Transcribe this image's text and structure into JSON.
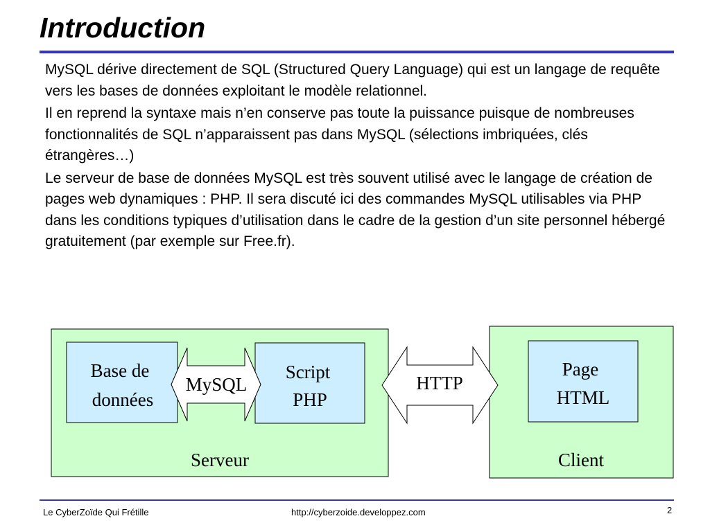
{
  "slide": {
    "title": "Introduction",
    "paragraphs": [
      "MySQL dérive directement de SQL (Structured Query Language) qui est un langage de requête vers les bases de données exploitant le modèle relationnel.",
      "Il en reprend la syntaxe mais n’en conserve pas toute la puissance puisque de nombreuses fonctionnalités de SQL n’apparaissent pas dans MySQL (sélections imbriquées, clés étrangères…)",
      "Le serveur de base de données MySQL est très souvent utilisé avec le langage de création de pages web dynamiques : PHP. Il sera discuté ici des commandes MySQL utilisables via PHP dans les conditions typiques d’utilisation dans le cadre de la gestion d’un site personnel hébergé gratuitement (par exemple sur Free.fr)."
    ]
  },
  "diagram": {
    "server_label": "Serveur",
    "client_label": "Client",
    "database_line1": "Base de",
    "database_line2": "données",
    "mysql_arrow": "MySQL",
    "script_line1": "Script",
    "script_line2": "PHP",
    "http_arrow": "HTTP",
    "page_line1": "Page",
    "page_line2": "HTML",
    "colors": {
      "container_fill": "#ccffcc",
      "box_fill": "#cceeff",
      "stroke": "#000000"
    }
  },
  "footer": {
    "left": "Le CyberZoïde Qui Frétille",
    "center": "http://cyberzoide.developpez.com",
    "page_number": "2"
  }
}
